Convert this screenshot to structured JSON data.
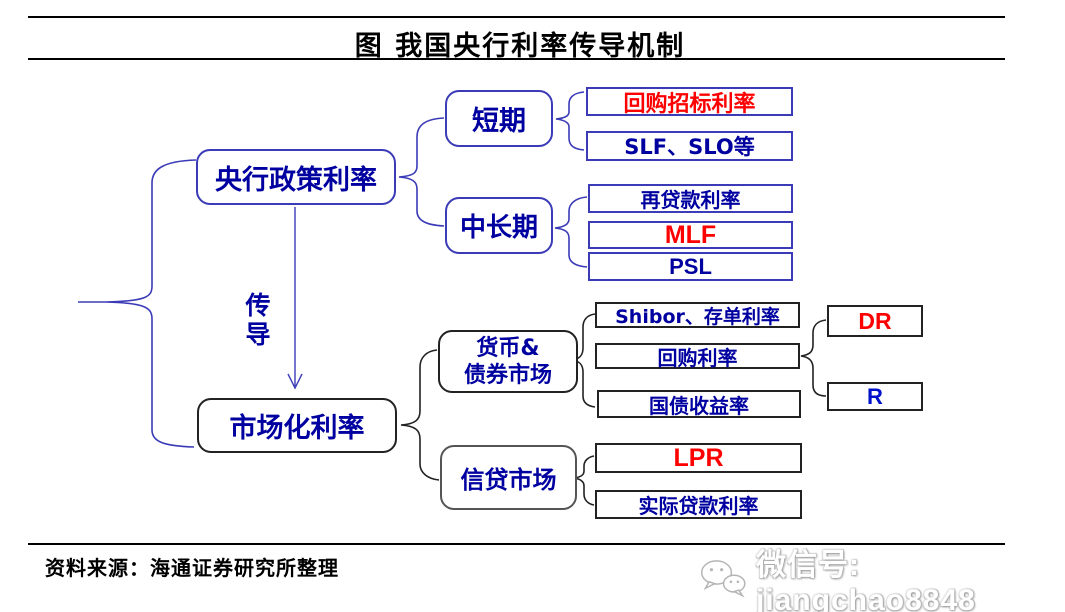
{
  "title": "图  我国央行利率传导机制",
  "diagram": {
    "policy_rate": "央行政策利率",
    "transmission": "传导",
    "market_rate": "市场化利率",
    "short_term": "短期",
    "mid_long_term": "中长期",
    "repo_tender_rate": "回购招标利率",
    "slf_slo": "SLF、SLO等",
    "relending_rate": "再贷款利率",
    "mlf": "MLF",
    "psl": "PSL",
    "money_bond_market_line1": "货币&",
    "money_bond_market_line2": "债券市场",
    "credit_market": "信贷市场",
    "shibor_cd_rate": "Shibor、存单利率",
    "repo_rate": "回购利率",
    "treasury_yield": "国债收益率",
    "dr": "DR",
    "r": "R",
    "lpr": "LPR",
    "actual_loan_rate": "实际贷款利率"
  },
  "footer": {
    "source": "资料来源：海通证券研究所整理",
    "wechat": "微信号: jiangchao8848"
  },
  "colors": {
    "navy_text": "#0000a0",
    "navy_border": "#3b3bb8",
    "red": "#ff0000",
    "blue_r": "#0011cc",
    "black_border": "#222222"
  }
}
